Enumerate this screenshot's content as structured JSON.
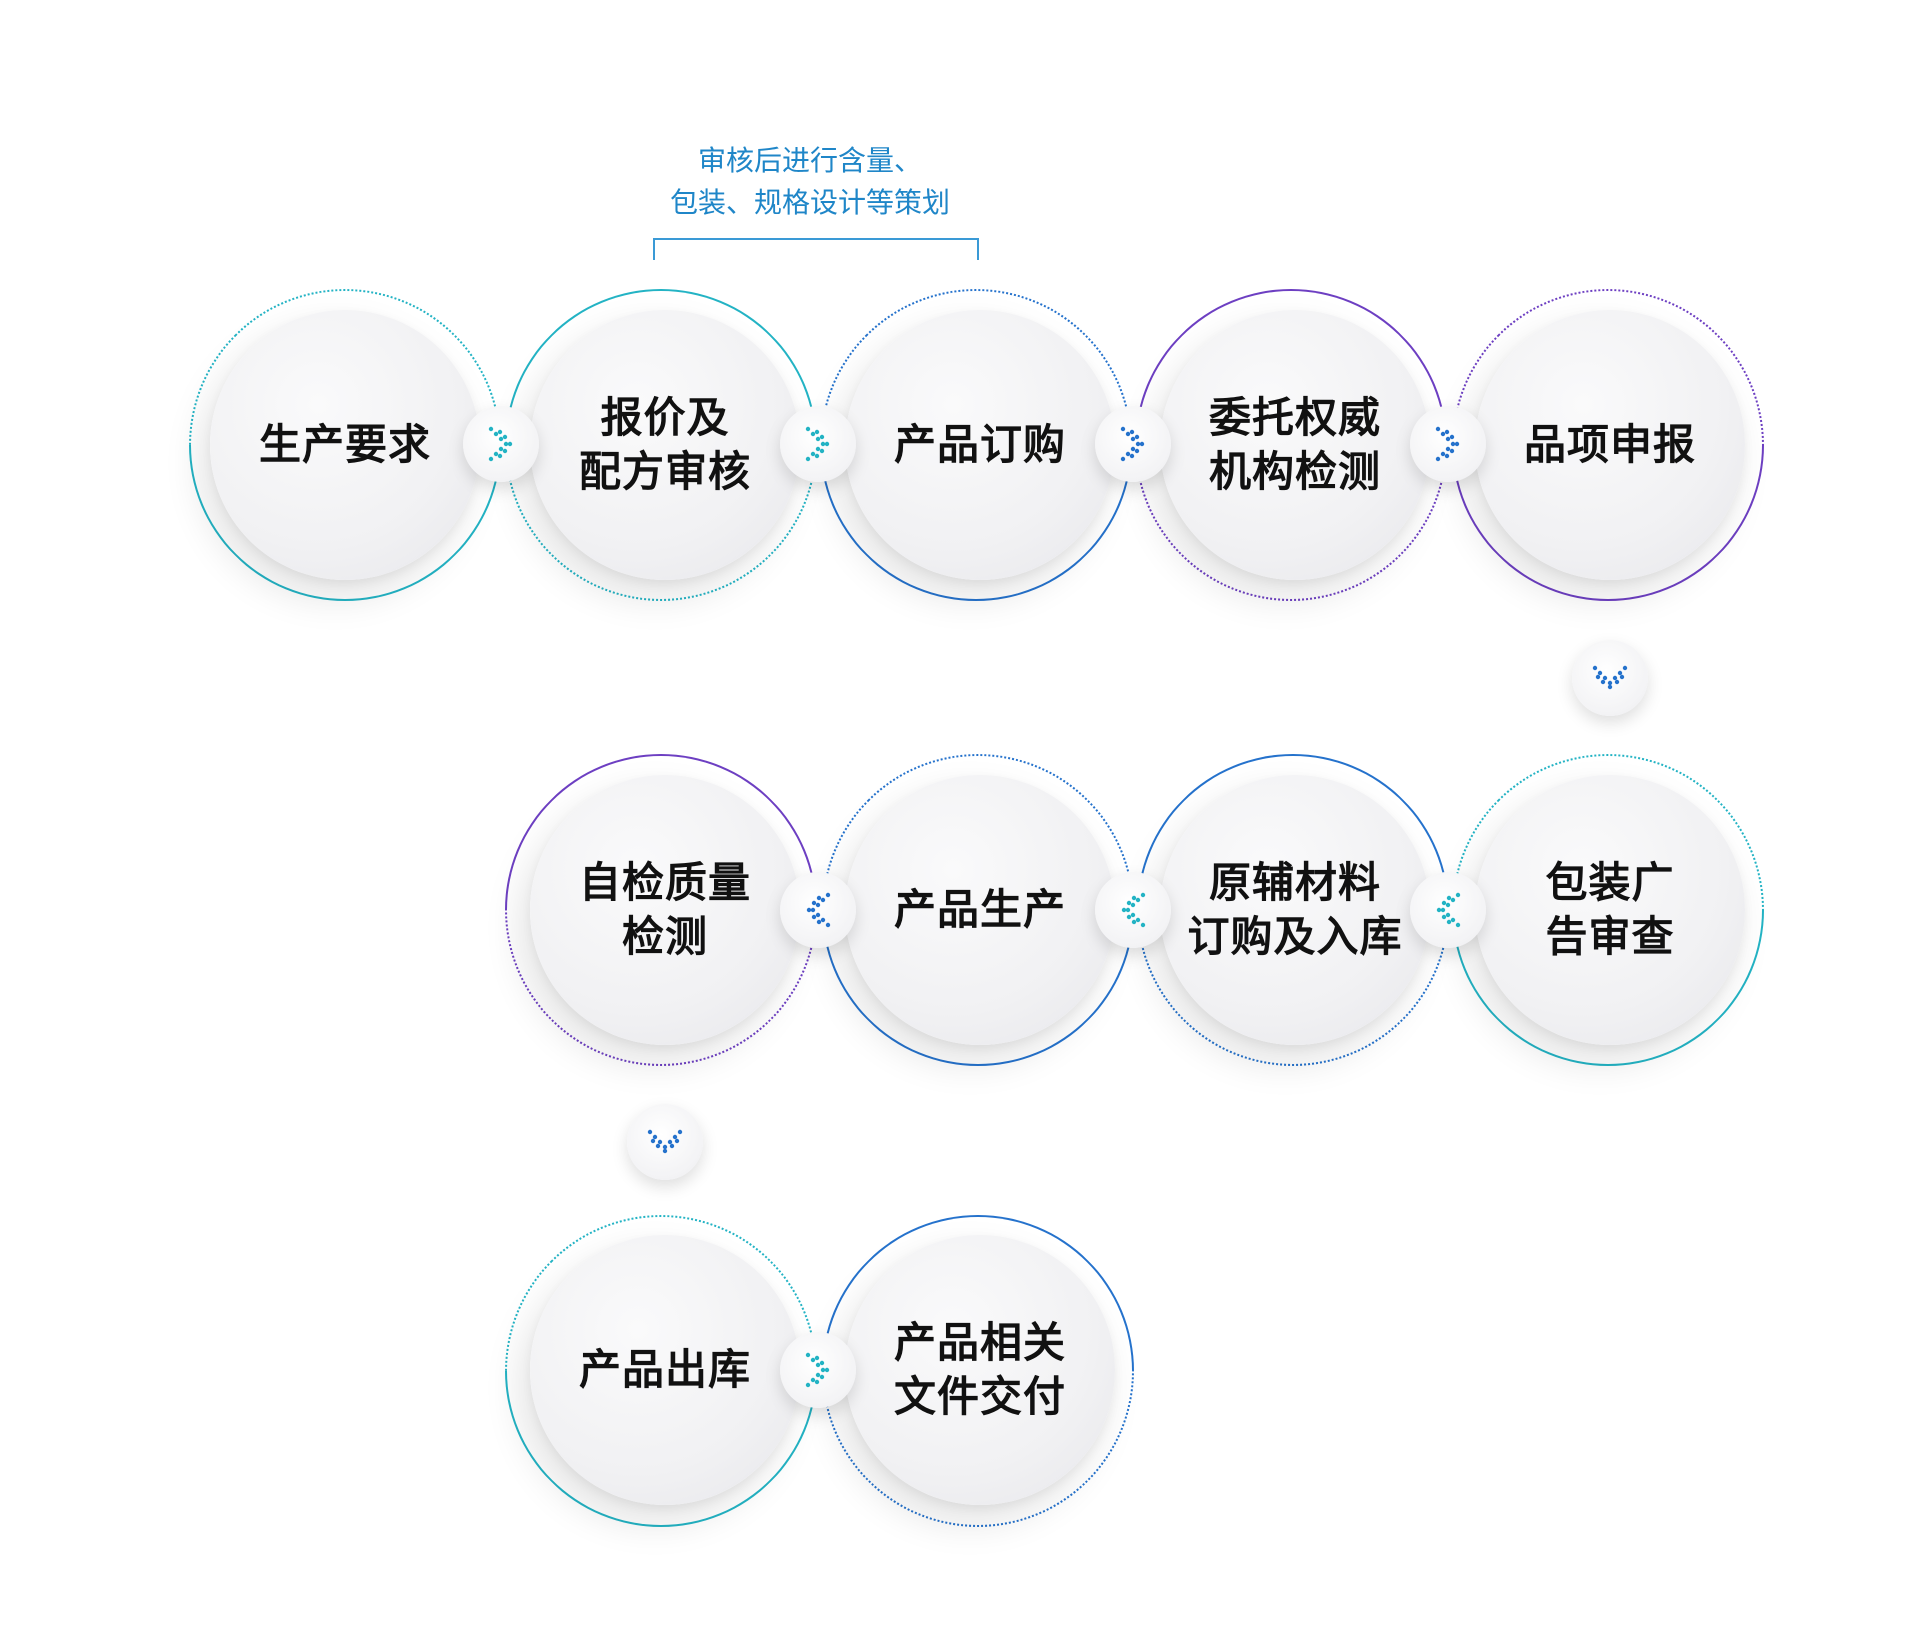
{
  "annotation": "审核后进行含量、\n包装、规格设计等策划",
  "colors": {
    "teal": "#23b3c4",
    "blue": "#2572cc",
    "purple": "#6d3fc2",
    "annotation": "#1f86c8"
  },
  "steps": [
    "生产要求",
    "报价及\n配方审核",
    "产品订购",
    "委托权威\n机构检测",
    "品项申报",
    "包装广\n告审查",
    "原辅材料\n订购及入库",
    "产品生产",
    "自检质量\n检测",
    "产品出库",
    "产品相关\n文件交付"
  ]
}
